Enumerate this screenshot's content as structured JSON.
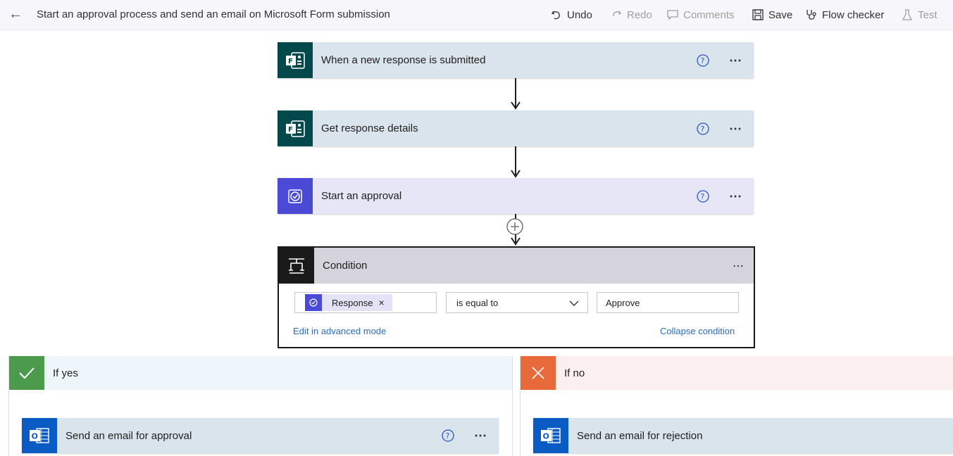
{
  "toolbar": {
    "title": "Start an approval process and send an email on Microsoft Form submission",
    "undo": "Undo",
    "redo": "Redo",
    "comments": "Comments",
    "save": "Save",
    "flow_checker": "Flow checker",
    "test": "Test"
  },
  "steps": {
    "trigger": "When a new response is submitted",
    "get_details": "Get response details",
    "approval": "Start an approval"
  },
  "condition": {
    "title": "Condition",
    "token": "Response",
    "operator": "is equal to",
    "value": "Approve",
    "edit_advanced": "Edit in advanced mode",
    "collapse": "Collapse condition"
  },
  "branches": {
    "yes_label": "If yes",
    "no_label": "If no",
    "yes_action": "Send an email for approval",
    "no_action": "Send an email for rejection"
  },
  "colors": {
    "forms": "#03484a",
    "approval": "#4a4ad6",
    "outlook": "#0a5cc4",
    "yes": "#4c9a4c",
    "no": "#e86a3a"
  }
}
